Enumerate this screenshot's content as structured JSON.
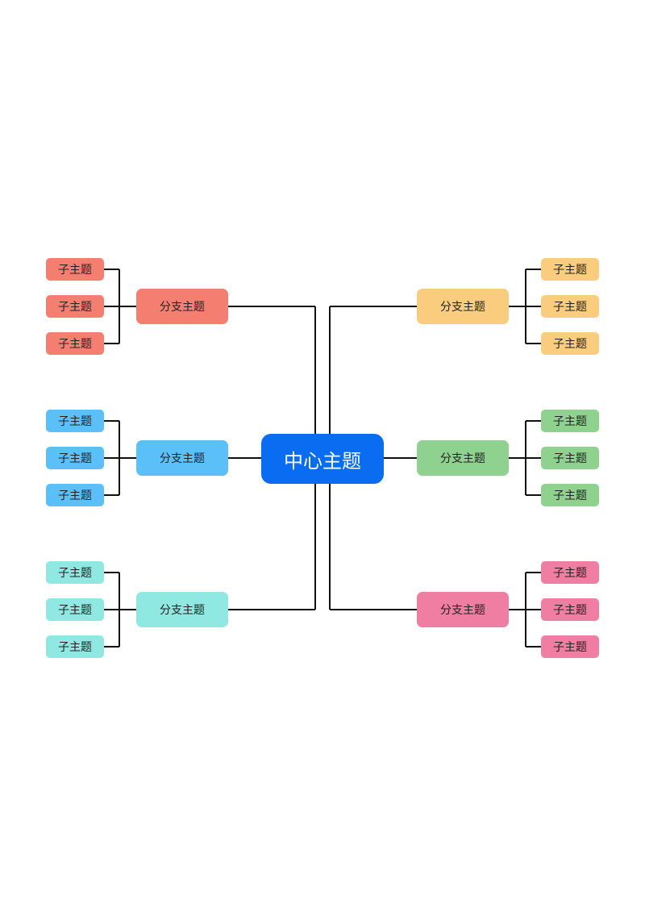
{
  "center": {
    "label": "中心主题",
    "color": "#0a6cf0"
  },
  "branches": [
    {
      "side": "left",
      "label": "分支主题",
      "color": "#f47f71",
      "subtopics": [
        "子主题",
        "子主题",
        "子主题"
      ]
    },
    {
      "side": "left",
      "label": "分支主题",
      "color": "#5bc0f8",
      "subtopics": [
        "子主题",
        "子主题",
        "子主题"
      ]
    },
    {
      "side": "left",
      "label": "分支主题",
      "color": "#8fe8e1",
      "subtopics": [
        "子主题",
        "子主题",
        "子主题"
      ]
    },
    {
      "side": "right",
      "label": "分支主题",
      "color": "#f9cd7d",
      "subtopics": [
        "子主题",
        "子主题",
        "子主题"
      ]
    },
    {
      "side": "right",
      "label": "分支主题",
      "color": "#8fd18e",
      "subtopics": [
        "子主题",
        "子主题",
        "子主题"
      ]
    },
    {
      "side": "right",
      "label": "分支主题",
      "color": "#f07ea2",
      "subtopics": [
        "子主题",
        "子主题",
        "子主题"
      ]
    }
  ],
  "line_color": "#111111"
}
